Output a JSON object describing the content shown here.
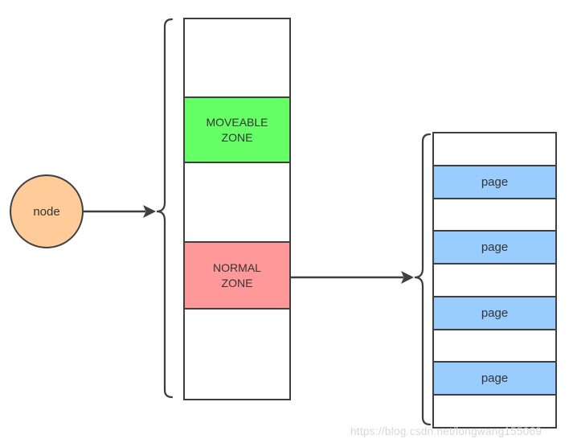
{
  "diagram": {
    "node": {
      "label": "node",
      "fill": "#FFCC99"
    },
    "memory_column": {
      "zones": [
        {
          "type": "empty"
        },
        {
          "type": "moveable",
          "label_lines": [
            "MOVEABLE",
            "ZONE"
          ],
          "fill": "#66FF66"
        },
        {
          "type": "empty"
        },
        {
          "type": "normal",
          "label_lines": [
            "NORMAL",
            "ZONE"
          ],
          "fill": "#FF9999"
        },
        {
          "type": "empty"
        }
      ]
    },
    "page_column": {
      "rows": [
        {
          "type": "empty"
        },
        {
          "type": "page",
          "label": "page"
        },
        {
          "type": "empty"
        },
        {
          "type": "page",
          "label": "page"
        },
        {
          "type": "empty"
        },
        {
          "type": "page",
          "label": "page"
        },
        {
          "type": "empty"
        },
        {
          "type": "page",
          "label": "page"
        },
        {
          "type": "empty"
        }
      ],
      "page_fill": "#99CCFF"
    },
    "colors": {
      "stroke": "#3f3f3f",
      "text": "#333333",
      "watermark": "#d7d7d7"
    },
    "watermark": "https://blog.csdn.net/longwang155069"
  }
}
